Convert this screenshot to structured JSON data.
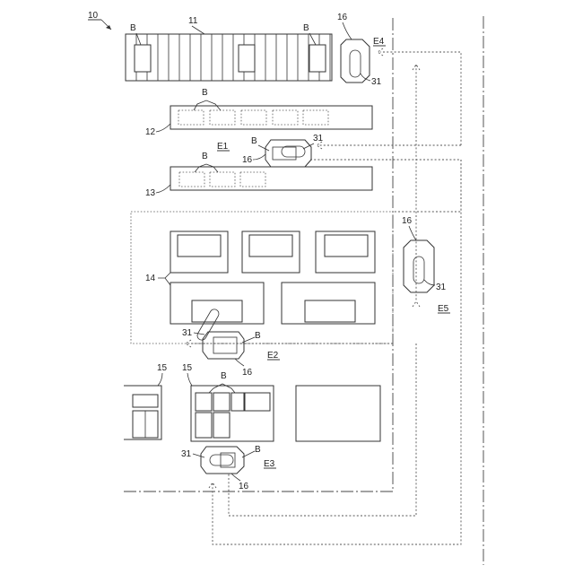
{
  "figure": {
    "ref_10": "10",
    "ref_11": "11",
    "ref_12": "12",
    "ref_13": "13",
    "ref_14": "14",
    "ref_15": "15",
    "ref_16": "16",
    "ref_31": "31",
    "ref_B": "B",
    "areas": {
      "e1": "E1",
      "e2": "E2",
      "e3": "E3",
      "e4": "E4",
      "e5": "E5"
    }
  }
}
